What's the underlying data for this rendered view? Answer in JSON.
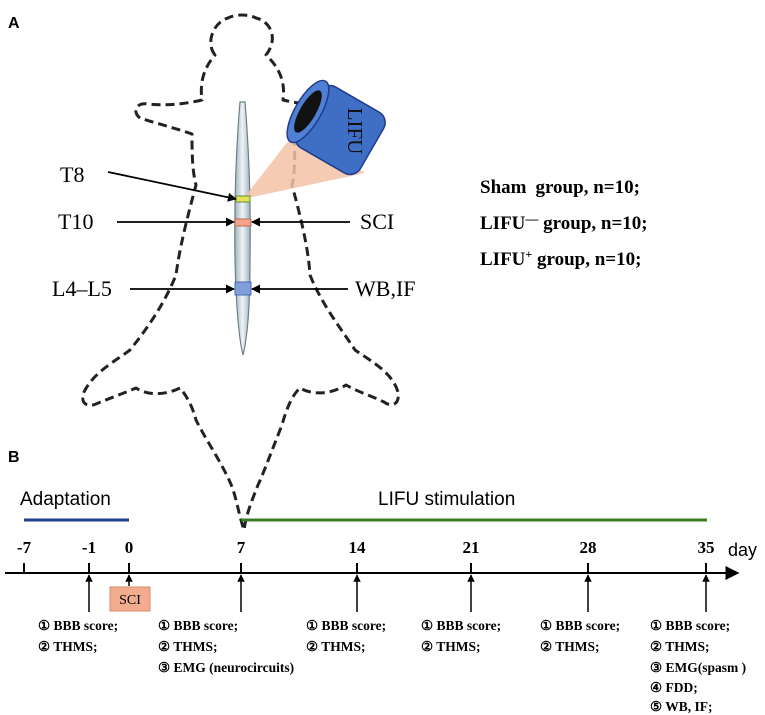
{
  "panel_a": {
    "label": "A",
    "device_label": "LIFU",
    "labels": {
      "t8": "T8",
      "t10": "T10",
      "l4l5": "L4–L5",
      "sci": "SCI",
      "wbif": "WB,IF"
    },
    "groups": [
      {
        "name": "Sham",
        "mark": "",
        "rest": "group, n=10;"
      },
      {
        "name": "LIFU",
        "mark": "—",
        "rest": " group, n=10;"
      },
      {
        "name": "LIFU",
        "mark": "+",
        "rest": " group, n=10;"
      }
    ]
  },
  "panel_b": {
    "label": "B",
    "phases": {
      "adaptation": "Adaptation",
      "stimulation": "LIFU stimulation"
    },
    "axis_unit": "day",
    "ticks": [
      "-7",
      "-1",
      "0",
      "7",
      "14",
      "21",
      "28",
      "35"
    ],
    "sci_box": "SCI",
    "notes": {
      "d_minus1": [
        "① BBB score;",
        "② THMS;"
      ],
      "d7": [
        "① BBB score;",
        "② THMS;",
        "③ EMG (neurocircuits)"
      ],
      "d14": [
        "① BBB score;",
        "② THMS;"
      ],
      "d21": [
        "① BBB score;",
        "② THMS;"
      ],
      "d28": [
        "① BBB score;",
        "② THMS;"
      ],
      "d35": [
        "① BBB score;",
        "② THMS;",
        "③ EMG(spasm )",
        "④ FDD;",
        "⑤ WB, IF;"
      ]
    },
    "colors": {
      "adaptation": "#1f3d8c",
      "stimulation": "#3a7d23",
      "sci_box": "#f2ad8f"
    }
  }
}
